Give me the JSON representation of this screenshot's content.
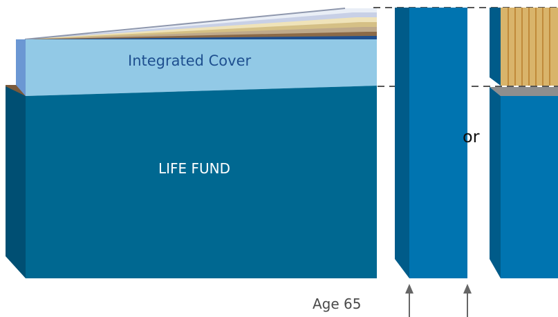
{
  "labels": {
    "integrated_cover": "Integrated Cover",
    "life_fund": "LIFE FUND",
    "or": "or",
    "age": "Age 65"
  },
  "colors": {
    "fund_front": "#006891",
    "fund_side": "#004f73",
    "cover_front": "#92c9e6",
    "cover_side": "#6b97d3",
    "column_front": "#0074b0",
    "column_side": "#005b89",
    "gold_stripe": "#d9b46b",
    "gold_dark": "#c08a3a",
    "grey_top": "#8e8e8e",
    "dashed_line": "#555555",
    "arrow": "#666666"
  },
  "icons": {
    "arrow": "up-arrow-icon"
  }
}
